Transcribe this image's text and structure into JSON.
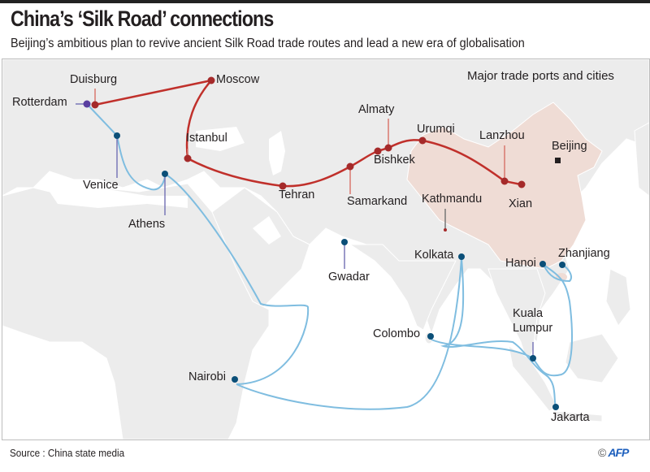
{
  "header": {
    "title": "China’s ‘Silk Road’ connections",
    "subtitle": "Beijing’s ambitious plan to revive ancient Silk Road trade routes and lead a new era of globalisation"
  },
  "legend": {
    "title": "Major trade ports and cities"
  },
  "colors": {
    "land": "#ececec",
    "china": "#efdcd5",
    "sea": "#ffffff",
    "land_route": "#c0302b",
    "sea_route": "#7fbde0",
    "sea_node": "#0b4f78",
    "rotterdam_node": "#5a3fa0",
    "leader_land": "#d9786f",
    "leader_sea": "#7a78b8",
    "leader_other": "#777777",
    "beijing_marker": "#231f20"
  },
  "cities": {
    "duisburg": "Duisburg",
    "moscow": "Moscow",
    "rotterdam": "Rotterdam",
    "venice": "Venice",
    "istanbul": "Istanbul",
    "athens": "Athens",
    "tehran": "Tehran",
    "samarkand": "Samarkand",
    "almaty": "Almaty",
    "bishkek": "Bishkek",
    "urumqi": "Urumqi",
    "lanzhou": "Lanzhou",
    "beijing": "Beijing",
    "xian": "Xian",
    "kathmandu": "Kathmandu",
    "gwadar": "Gwadar",
    "kolkata": "Kolkata",
    "hanoi": "Hanoi",
    "zhanjiang": "Zhanjiang",
    "colombo": "Colombo",
    "kuala_lumpur_1": "Kuala",
    "kuala_lumpur_2": "Lumpur",
    "nairobi": "Nairobi",
    "jakarta": "Jakarta"
  },
  "routes": {
    "land": [
      "Duisburg",
      "Moscow",
      "Istanbul",
      "Tehran",
      "Samarkand",
      "Bishkek",
      "Almaty",
      "Urumqi",
      "Lanzhou",
      "Xian"
    ],
    "sea": [
      "Rotterdam",
      "Venice",
      "Athens",
      "Nairobi",
      "Colombo",
      "Kolkata",
      "Kuala Lumpur",
      "Jakarta",
      "Hanoi",
      "Zhanjiang"
    ]
  },
  "footer": {
    "source": "Source : China state media",
    "copyright": "©",
    "agency": "AFP"
  }
}
